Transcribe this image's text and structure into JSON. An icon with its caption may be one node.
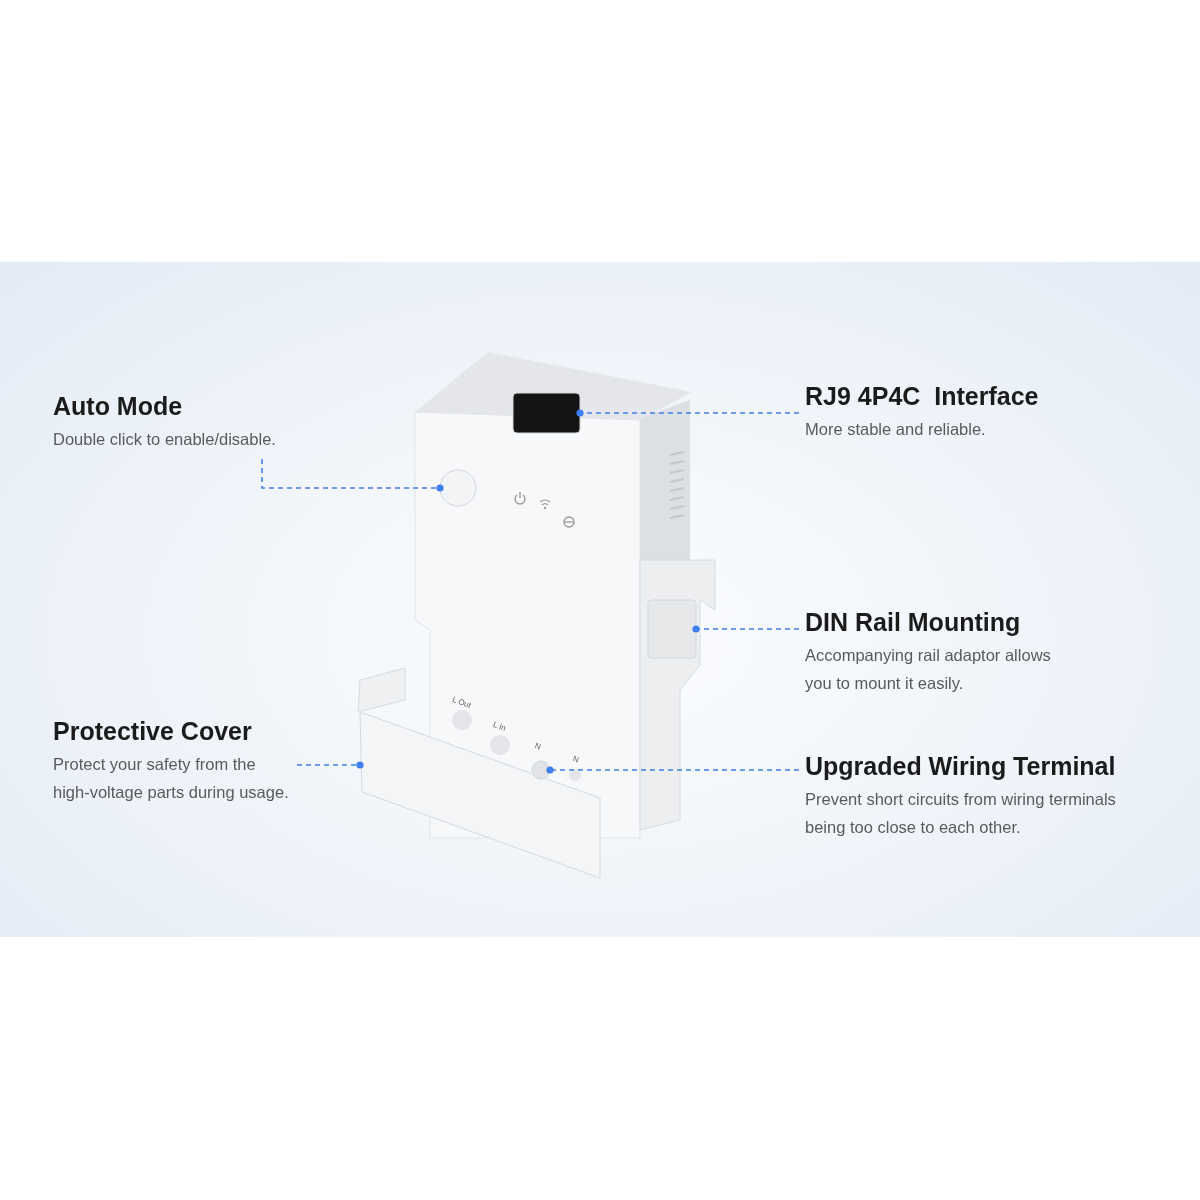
{
  "diagram": {
    "nodes": [
      {
        "text": [
          "Auto Mode",
          "Double click to enable/disable."
        ]
      },
      {
        "text": [
          "RJ9 4P4C  Interface",
          "More stable and reliable."
        ]
      },
      {
        "text": [
          "DIN Rail Mounting",
          "Accompanying rail adaptor allows you to mount it easily."
        ]
      },
      {
        "text": [
          "Protective Cover",
          "Protect your safety from the high-voltage parts during usage."
        ]
      },
      {
        "text": [
          "Upgraded Wiring Terminal",
          "Prevent short circuits from wiring terminals being too close to each other."
        ]
      },
      {
        "text": [],
        "shape": "box"
      },
      {
        "text": [],
        "shape": "circle"
      },
      {
        "text": [],
        "shape": "box"
      },
      {
        "text": [],
        "shape": "box"
      },
      {
        "text": [],
        "shape": "circle"
      }
    ],
    "edges": [
      {
        "from": 0,
        "to": 6,
        "arrow": "other",
        "style": "dashed"
      },
      {
        "from": 1,
        "to": 5,
        "arrow": "other",
        "style": "dashed"
      },
      {
        "from": 2,
        "to": 7,
        "arrow": "other",
        "style": "dashed"
      },
      {
        "from": 3,
        "to": 8,
        "arrow": "other",
        "style": "dashed"
      },
      {
        "from": 4,
        "to": 9,
        "arrow": "other",
        "style": "dashed"
      }
    ],
    "labels": [
      "L Out",
      "L In",
      "N",
      "N"
    ]
  }
}
